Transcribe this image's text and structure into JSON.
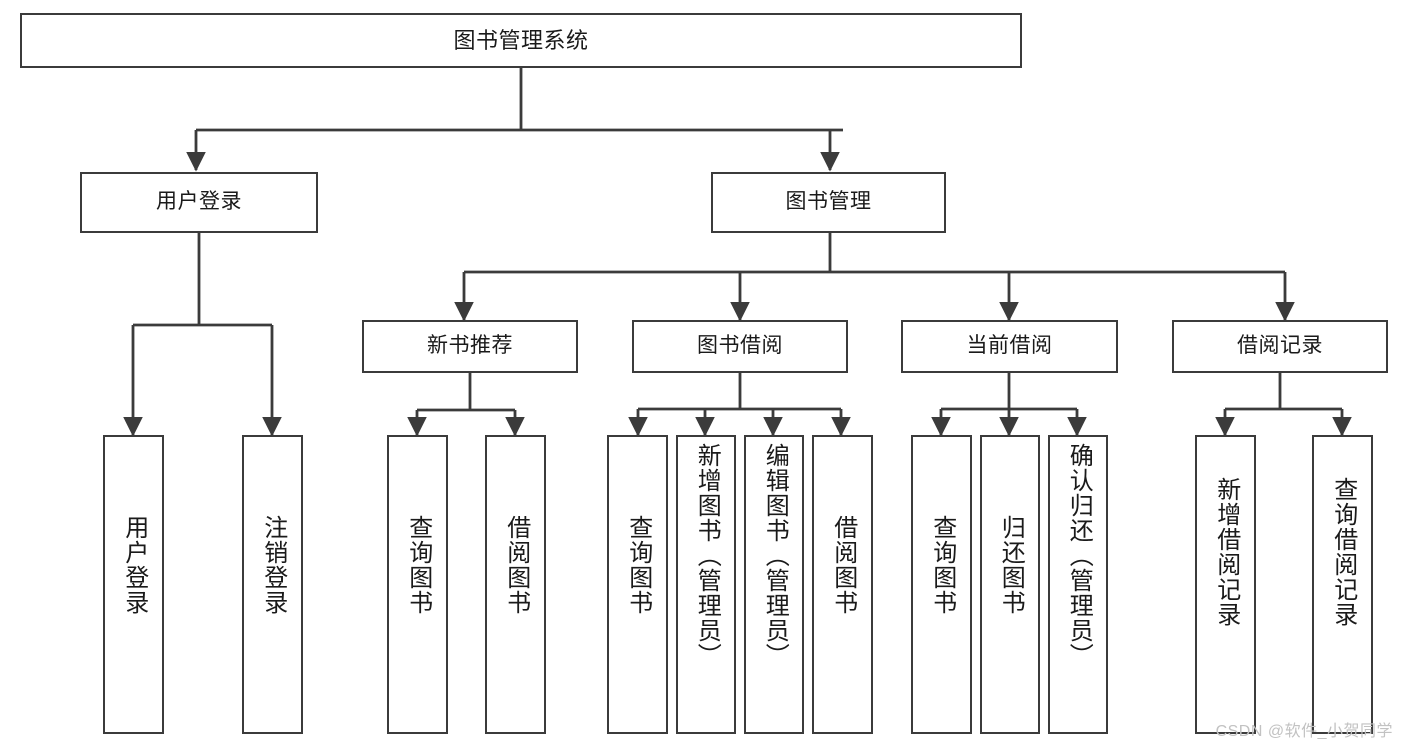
{
  "diagram": {
    "type": "tree-hierarchy-flowchart",
    "title": "图书管理系统",
    "colors": {
      "box_border": "#3b3b3b",
      "box_fill": "#ffffff",
      "connector": "#3b3b3b",
      "text": "#1a1a1a",
      "watermark": "#c2c2c2",
      "background": "#ffffff"
    },
    "watermark": "CSDN @软件_小贺同学",
    "levels": [
      {
        "level": 1,
        "nodes": [
          {
            "id": "root",
            "label": "图书管理系统",
            "orientation": "horizontal"
          }
        ]
      },
      {
        "level": 2,
        "nodes": [
          {
            "id": "login",
            "label": "用户登录",
            "orientation": "horizontal",
            "parent": "root"
          },
          {
            "id": "bookmgmt",
            "label": "图书管理",
            "orientation": "horizontal",
            "parent": "root"
          }
        ]
      },
      {
        "level": 3,
        "nodes": [
          {
            "id": "newbook",
            "label": "新书推荐",
            "orientation": "horizontal",
            "parent": "bookmgmt"
          },
          {
            "id": "borrow",
            "label": "图书借阅",
            "orientation": "horizontal",
            "parent": "bookmgmt"
          },
          {
            "id": "current",
            "label": "当前借阅",
            "orientation": "horizontal",
            "parent": "bookmgmt"
          },
          {
            "id": "records",
            "label": "借阅记录",
            "orientation": "horizontal",
            "parent": "bookmgmt"
          }
        ]
      },
      {
        "level": 4,
        "nodes": [
          {
            "id": "leaf1",
            "label": "用户登录",
            "orientation": "vertical",
            "parent": "login"
          },
          {
            "id": "leaf2",
            "label": "注销登录",
            "orientation": "vertical",
            "parent": "login"
          },
          {
            "id": "leaf3",
            "label": "查询图书",
            "orientation": "vertical",
            "parent": "newbook"
          },
          {
            "id": "leaf4",
            "label": "借阅图书",
            "orientation": "vertical",
            "parent": "newbook"
          },
          {
            "id": "leaf5",
            "label": "查询图书",
            "orientation": "vertical",
            "parent": "borrow"
          },
          {
            "id": "leaf6",
            "label": "新增图书（管理员）",
            "orientation": "vertical",
            "parent": "borrow"
          },
          {
            "id": "leaf7",
            "label": "编辑图书（管理员）",
            "orientation": "vertical",
            "parent": "borrow"
          },
          {
            "id": "leaf8",
            "label": "借阅图书",
            "orientation": "vertical",
            "parent": "borrow"
          },
          {
            "id": "leaf9",
            "label": "查询图书",
            "orientation": "vertical",
            "parent": "current"
          },
          {
            "id": "leaf10",
            "label": "归还图书",
            "orientation": "vertical",
            "parent": "current"
          },
          {
            "id": "leaf11",
            "label": "确认归还（管理员）",
            "orientation": "vertical",
            "parent": "current"
          },
          {
            "id": "leaf12",
            "label": "新增借阅记录",
            "orientation": "vertical",
            "parent": "records"
          },
          {
            "id": "leaf13",
            "label": "查询借阅记录",
            "orientation": "vertical",
            "parent": "records"
          }
        ]
      }
    ]
  }
}
